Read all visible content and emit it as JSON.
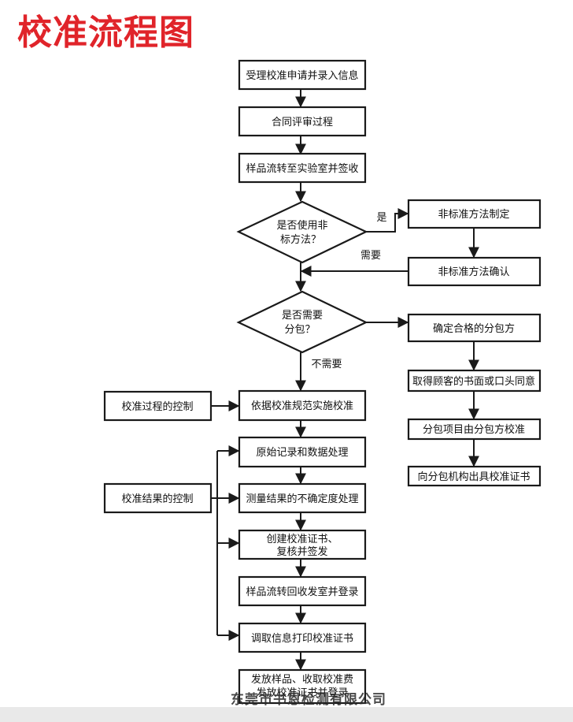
{
  "title": "校准流程图",
  "watermark": "东莞市书恩检测有限公司",
  "nodes": {
    "accept": "受理校准申请并录入信息",
    "contract": "合同评审过程",
    "transfer_in": "样品流转至实验室并签收",
    "decision_nonstd_1": "是否使用非",
    "decision_nonstd_2": "标方法？",
    "nonstd_make": "非标准方法制定",
    "nonstd_confirm": "非标准方法确认",
    "decision_sub_1": "是否需要",
    "decision_sub_2": "分包？",
    "sub_party": "确定合格的分包方",
    "customer_consent": "取得顾客的书面或口头同意",
    "sub_calibrate": "分包项目由分包方校准",
    "sub_certificate": "向分包机构出具校准证书",
    "calibrate": "依据校准规范实施校准",
    "process_control": "校准过程的控制",
    "raw_record": "原始记录和数据处理",
    "result_control": "校准结果的控制",
    "uncertainty": "测量结果的不确定度处理",
    "create_cert_1": "创建校准证书、",
    "create_cert_2": "复核并签发",
    "transfer_back": "样品流转回收发室并登录",
    "print_cert": "调取信息打印校准证书",
    "issue_1": "发放样品、收取校准费",
    "issue_2": "发放校准证书并登录"
  },
  "labels": {
    "yes": "是",
    "need": "需要",
    "no_need": "不需要"
  }
}
